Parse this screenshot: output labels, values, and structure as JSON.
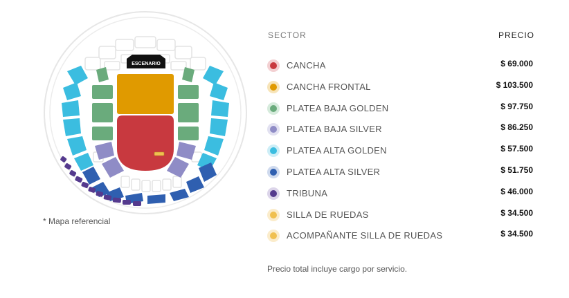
{
  "map": {
    "stage_label": "ESCENARIO",
    "note": "* Mapa referencial"
  },
  "table": {
    "header_sector": "SECTOR",
    "header_price": "PRECIO",
    "rows": [
      {
        "name": "CANCHA",
        "price": "$ 69.000",
        "color": "#c8393f",
        "ring": "#f3d0d2"
      },
      {
        "name": "CANCHA FRONTAL",
        "price": "$ 103.500",
        "color": "#e09a00",
        "ring": "#f7e4b8"
      },
      {
        "name": "PLATEA BAJA GOLDEN",
        "price": "$ 97.750",
        "color": "#6aab7c",
        "ring": "#d6ebdc"
      },
      {
        "name": "PLATEA BAJA SILVER",
        "price": "$ 86.250",
        "color": "#8f8cc6",
        "ring": "#e2e1f1"
      },
      {
        "name": "PLATEA ALTA GOLDEN",
        "price": "$ 57.500",
        "color": "#3bbde0",
        "ring": "#cdeef7"
      },
      {
        "name": "PLATEA ALTA SILVER",
        "price": "$ 51.750",
        "color": "#2f5fb0",
        "ring": "#cfdaee"
      },
      {
        "name": "TRIBUNA",
        "price": "$ 46.000",
        "color": "#553a8e",
        "ring": "#dcd5ea"
      },
      {
        "name": "SILLA DE RUEDAS",
        "price": "$ 34.500",
        "color": "#f0c050",
        "ring": "#fbeccb"
      },
      {
        "name": "ACOMPAÑANTE SILLA DE RUEDAS",
        "price": "$ 34.500",
        "color": "#f0c050",
        "ring": "#fbeccb"
      }
    ]
  },
  "footer": "Precio total incluye cargo por servicio."
}
